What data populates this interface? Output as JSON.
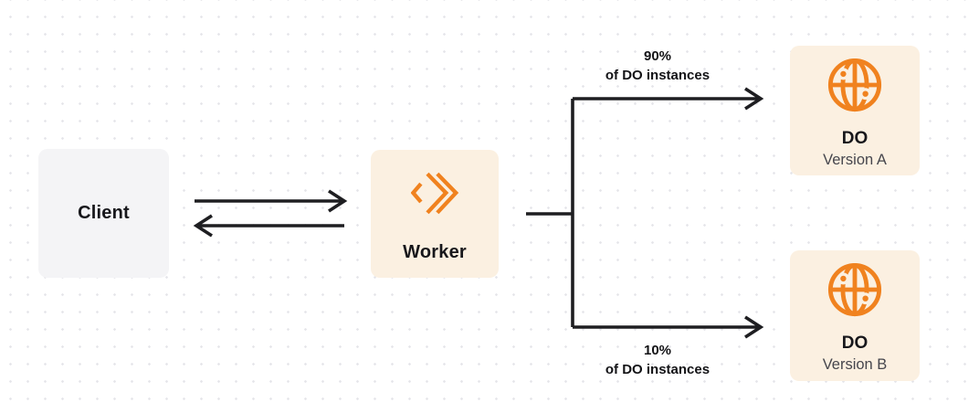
{
  "nodes": {
    "client": {
      "label": "Client"
    },
    "worker": {
      "label": "Worker"
    },
    "do_a": {
      "title": "DO",
      "subtitle": "Version A"
    },
    "do_b": {
      "title": "DO",
      "subtitle": "Version B"
    }
  },
  "branches": {
    "top": {
      "percent": "90%",
      "caption": "of DO instances"
    },
    "bottom": {
      "percent": "10%",
      "caption": "of DO instances"
    }
  },
  "icons": {
    "worker": "workers-code-brackets-icon",
    "do": "globe-icon"
  },
  "colors": {
    "accent_orange": "#F0821F",
    "panel_cream": "#FBF0E1",
    "panel_gray": "#F4F4F6",
    "arrow": "#1E1E21",
    "title_text": "#17171B",
    "subtitle_text": "#46464D",
    "dot_grid": "#E5E5E9",
    "background": "#FFFFFF"
  }
}
